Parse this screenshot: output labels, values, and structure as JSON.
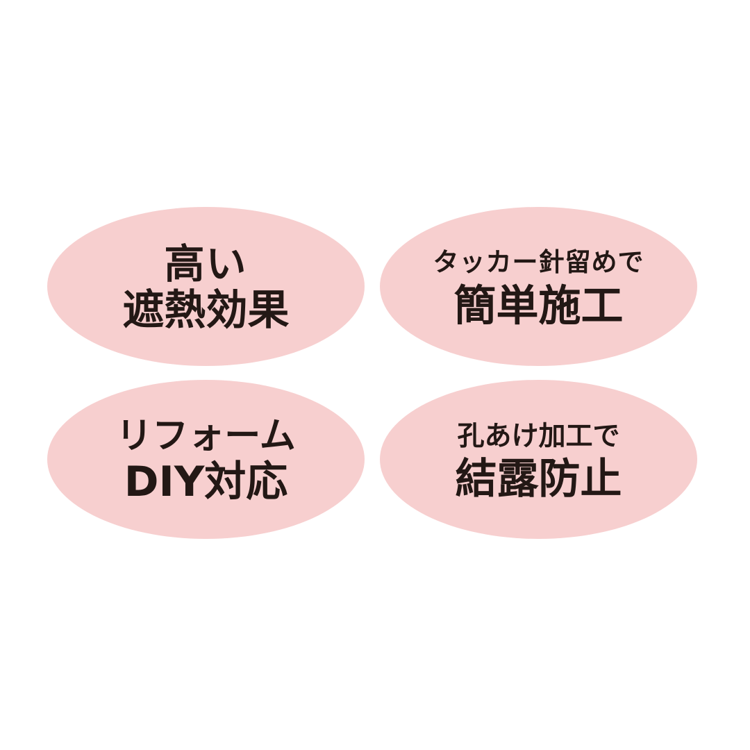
{
  "colors": {
    "background": "#ffffff",
    "badge_fill": "#f7cfcf",
    "text": "#231815"
  },
  "features": [
    {
      "line1": "高い",
      "line2": "遮熱効果"
    },
    {
      "line1": "タッカー針留めで",
      "line2": "簡単施工"
    },
    {
      "line1": "リフォーム",
      "line2": "DIY対応"
    },
    {
      "line1": "孔あけ加工で",
      "line2": "結露防止"
    }
  ]
}
